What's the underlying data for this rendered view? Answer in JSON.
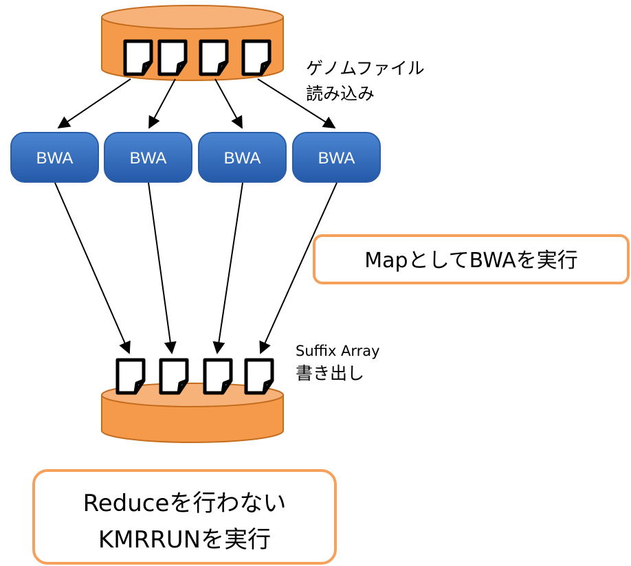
{
  "top_storage": {
    "label_line1": "ゲノムファイル",
    "label_line2": "読み込み"
  },
  "workers": [
    {
      "label": "BWA"
    },
    {
      "label": "BWA"
    },
    {
      "label": "BWA"
    },
    {
      "label": "BWA"
    }
  ],
  "map_callout": {
    "text": "MapとしてBWAを実行"
  },
  "bottom_storage": {
    "label_line1": "Suffix Array",
    "label_line2": "書き出し"
  },
  "reduce_callout": {
    "line1": "Reduceを行わない",
    "line2": "KMRRUNを実行"
  },
  "colors": {
    "cylinder_fill": "#F59A4A",
    "cylinder_top": "#F7B27A",
    "cylinder_stroke": "#C46D1E",
    "worker_fill": "#2F67B5",
    "worker_stroke": "#4A7FC9",
    "callout_border": "#F5A05B",
    "arrow": "#000000"
  }
}
